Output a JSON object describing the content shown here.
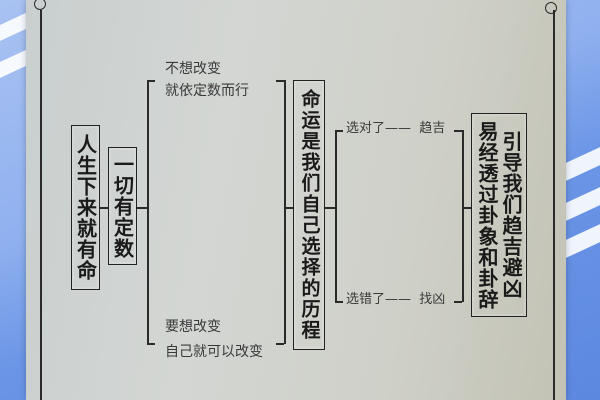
{
  "diagram": {
    "root": {
      "text": "人生下来就有命"
    },
    "level1": {
      "text": "一切有定数"
    },
    "branches": {
      "top": {
        "line1": "不想改变",
        "line2": "就依定数而行"
      },
      "bottom": {
        "line1": "要想改变",
        "line2": "自己就可以改变"
      }
    },
    "center": {
      "text": "命运是我们自己选择的历程"
    },
    "choices": {
      "right": {
        "text": "选对了",
        "dash": "——",
        "result": "趋吉"
      },
      "wrong": {
        "text": "选错了",
        "dash": "——",
        "result": "找凶"
      }
    },
    "conclusion": {
      "col1": "引导我们趋吉避凶",
      "col2": "易经透过卦象和卦辞"
    }
  },
  "colors": {
    "background_blue": "#6b95e6",
    "paper": "#cfd2ce",
    "ink": "#1a1a1a"
  }
}
